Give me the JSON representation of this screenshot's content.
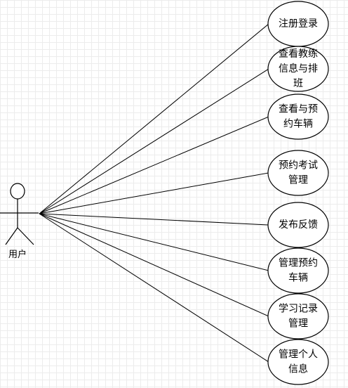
{
  "actor": {
    "name": "用户",
    "icon": "person-icon"
  },
  "use_cases": [
    {
      "lines": [
        "注册登录"
      ]
    },
    {
      "lines": [
        "查看教练",
        "信息与排",
        "班"
      ]
    },
    {
      "lines": [
        "查看与预",
        "约车辆"
      ]
    },
    {
      "lines": [
        "预约考试",
        "管理"
      ]
    },
    {
      "lines": [
        "发布反馈"
      ]
    },
    {
      "lines": [
        "管理预约",
        "车辆"
      ]
    },
    {
      "lines": [
        "学习记录",
        "管理"
      ]
    },
    {
      "lines": [
        "管理个人",
        "信息"
      ]
    }
  ],
  "colors": {
    "stroke": "#000000",
    "ellipse_fill": "#ffffff",
    "grid": "#ececec"
  }
}
